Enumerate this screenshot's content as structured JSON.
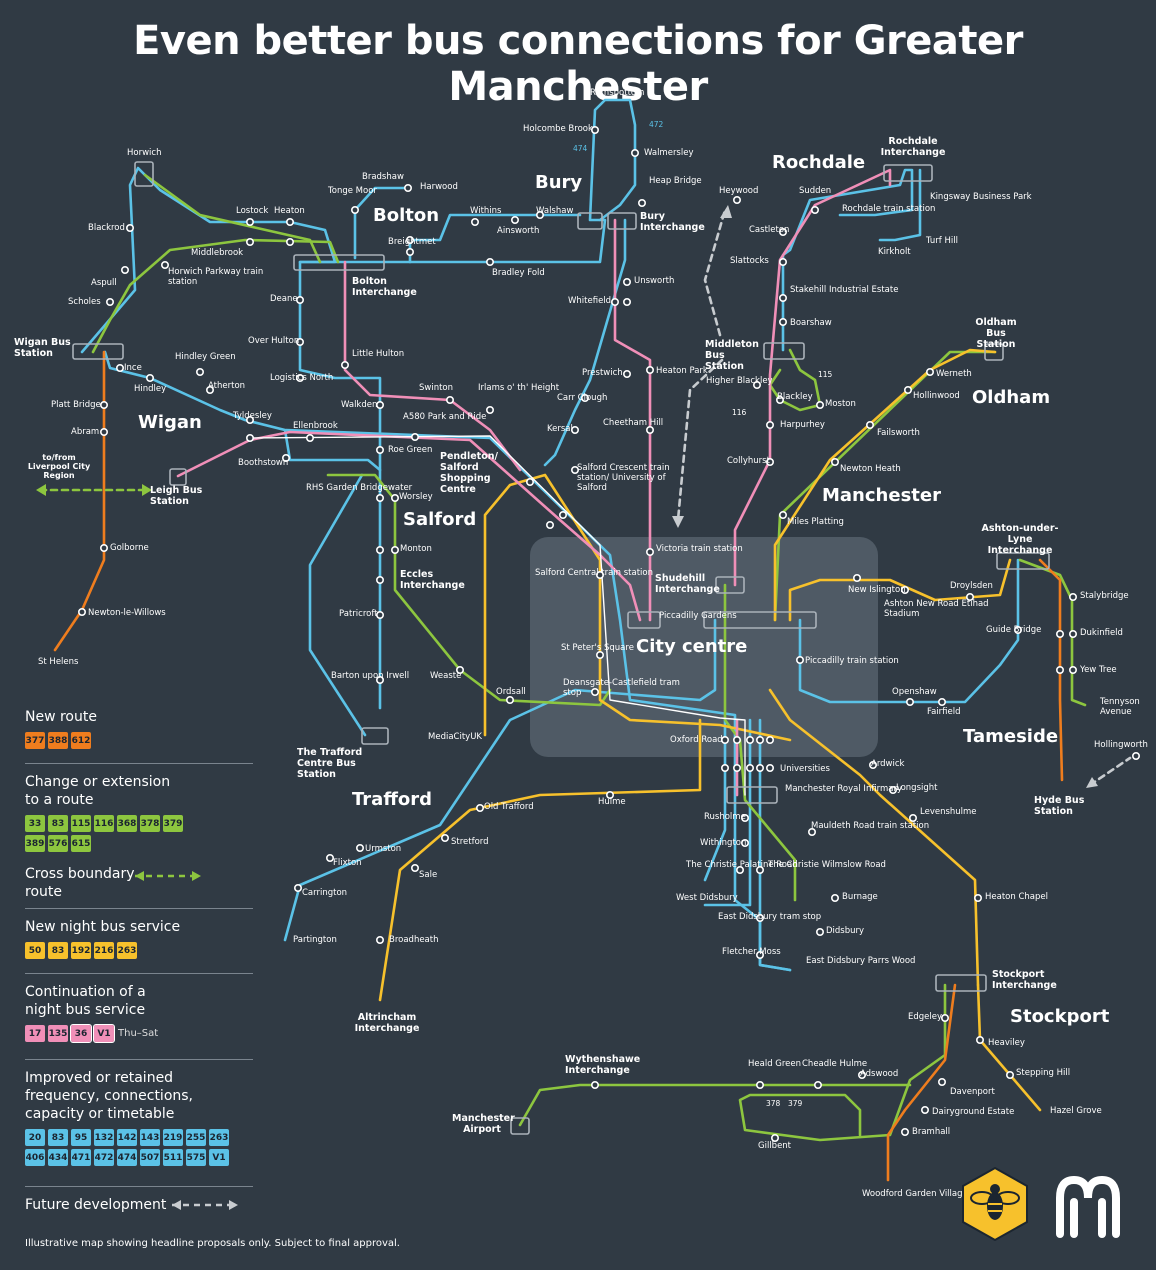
{
  "title": "Even better bus connections for Greater Manchester",
  "colors": {
    "background": "#303a44",
    "blue": "#5bc2e7",
    "green": "#8dc63f",
    "yellow": "#f7c12c",
    "pink": "#f08fb8",
    "orange": "#ef7d1e",
    "city_centre": "#55606b",
    "grey_arrow": "#c8ccd0"
  },
  "areas": [
    "Bolton",
    "Bury",
    "Rochdale",
    "Wigan",
    "Salford",
    "Oldham",
    "Manchester",
    "Trafford",
    "Tameside",
    "Stockport",
    "City centre"
  ],
  "interchanges": [
    "Wigan Bus Station",
    "Bolton Interchange",
    "Bury Interchange",
    "Rochdale Interchange",
    "Middleton Bus Station",
    "Oldham Bus Station",
    "Leigh Bus Station",
    "Pendleton/ Salford Shopping Centre",
    "Eccles Interchange",
    "Shudehill Interchange",
    "Ashton-under-Lyne Interchange",
    "Hyde Bus Station",
    "The Trafford Centre Bus Station",
    "Altrincham Interchange",
    "Stockport Interchange",
    "Manchester Airport",
    "Wythenshawe Interchange"
  ],
  "stops": [
    "Horwich",
    "Blackrod",
    "Lostock",
    "Heaton",
    "Middlebrook",
    "Horwich Parkway train station",
    "Aspull",
    "Scholes",
    "Ince",
    "Hindley",
    "Hindley Green",
    "Atherton",
    "Tyldesley",
    "Platt Bridge",
    "Abram",
    "Bradshaw",
    "Harwood",
    "Tonge Moor",
    "Breightmet",
    "Withins",
    "Walshaw",
    "Ainsworth",
    "Bradley Fold",
    "Deane",
    "Over Hulton",
    "Logistics North",
    "Little Hulton",
    "Walkden",
    "Swinton",
    "Irlams o' th' Height",
    "Ellenbrook",
    "A580 Park and Ride",
    "Boothstown",
    "Roe Green",
    "Worsley",
    "RHS Garden Bridgewater",
    "Monton",
    "Patricroft",
    "Barton upon Irwell",
    "Weaste",
    "Ordsall",
    "MediaCityUK",
    "Golborne",
    "Newton-le-Willows",
    "St Helens",
    "Ramsbottom",
    "Holcombe Brook",
    "Walmersley",
    "Heap Bridge",
    "Heywood",
    "Sudden",
    "Castleton",
    "Rochdale train station",
    "Kingsway Business Park",
    "Turf Hill",
    "Kirkholt",
    "Slattocks",
    "Stakehill Industrial Estate",
    "Boarshaw",
    "Unsworth",
    "Whitefield",
    "Prestwich",
    "Heaton Park",
    "Carr Clough",
    "Cheetham Hill",
    "Kersal",
    "Higher Blackley",
    "Blackley",
    "Moston",
    "Harpurhey",
    "Collyhurst",
    "Werneth",
    "Hollinwood",
    "Failsworth",
    "Newton Heath",
    "Miles Platting",
    "Salford Crescent train station/ University of Salford",
    "Victoria train station",
    "Salford Central train station",
    "St Peter's Square",
    "Deansgate-Castlefield tram stop",
    "Piccadilly Gardens",
    "Piccadilly train station",
    "New Islington",
    "Ashton New Road Etihad Stadium",
    "Droylsden",
    "Stalybridge",
    "Dukinfield",
    "Guide Bridge",
    "Yew Tree",
    "Tennyson Avenue",
    "Openshaw",
    "Fairfield",
    "Hollingworth",
    "Oxford Road",
    "Universities",
    "Manchester Royal Infirmary",
    "Ardwick",
    "Longsight",
    "Levenshulme",
    "Hulme",
    "Old Trafford",
    "Stretford",
    "Sale",
    "Urmston",
    "Flixton",
    "Carrington",
    "Partington",
    "Broadheath",
    "Rusholme",
    "Withington",
    "The Christie Palatine Road",
    "West Didsbury",
    "The Christie Wilmslow Road",
    "Mauldeth Road train station",
    "Burnage",
    "Didsbury",
    "East Didsbury tram stop",
    "Fletcher Moss",
    "East Didsbury Parrs Wood",
    "Heaton Chapel",
    "Edgeley",
    "Heaviley",
    "Stepping Hill",
    "Hazel Grove",
    "Heald Green",
    "Cheadle Hulme",
    "Adswood",
    "Davenport",
    "Dairyground Estate",
    "Bramhall",
    "Gillbent",
    "Woodford Garden Village"
  ],
  "route_labels": [
    "472",
    "474",
    "115",
    "116",
    "378",
    "379"
  ],
  "boundary_labels": [
    "to/from Liverpool City Region"
  ],
  "legend": {
    "new_route": {
      "label": "New route",
      "badges": [
        "377",
        "388",
        "612"
      ]
    },
    "change": {
      "label": "Change or extension to a route",
      "badges": [
        "33",
        "83",
        "115",
        "116",
        "368",
        "378",
        "379",
        "389",
        "576",
        "615"
      ]
    },
    "cross_boundary": {
      "label": "Cross boundary route"
    },
    "night": {
      "label": "New night bus service",
      "badges": [
        "50",
        "83",
        "192",
        "216",
        "263"
      ]
    },
    "continuation": {
      "label": "Continuation of a night bus service",
      "badges": [
        "17",
        "135",
        "36",
        "V1"
      ],
      "note": "Thu–Sat"
    },
    "improved": {
      "label": "Improved or retained frequency, connections, capacity or timetable",
      "badges": [
        "20",
        "83",
        "95",
        "132",
        "142",
        "143",
        "219",
        "255",
        "263",
        "406",
        "434",
        "471",
        "472",
        "474",
        "507",
        "511",
        "575",
        "V1"
      ]
    },
    "future": {
      "label": "Future development"
    }
  },
  "disclaimer": "Illustrative map showing headline proposals only. Subject to final approval."
}
